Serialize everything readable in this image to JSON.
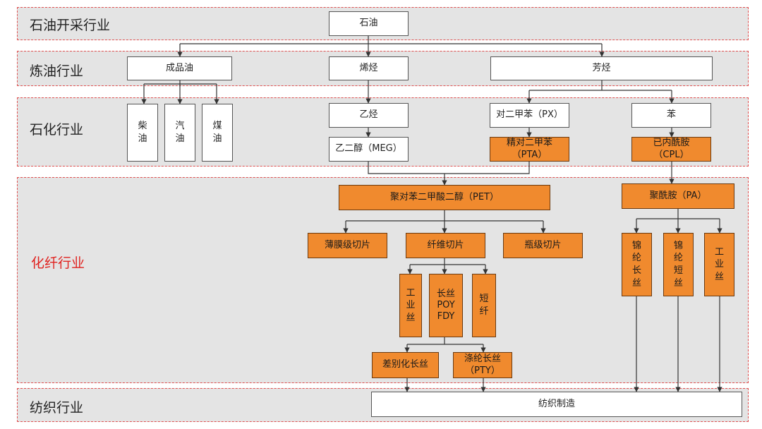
{
  "industries": {
    "oil_extraction": "石油开采行业",
    "refining": "炼油行业",
    "petrochemical": "石化行业",
    "chemical_fiber": "化纤行业",
    "textile": "纺织行业"
  },
  "nodes": {
    "oil": "石油",
    "refined_oil": "成品油",
    "olefins": "烯烃",
    "aromatics": "芳烃",
    "diesel": "柴\n油",
    "gasoline": "汽\n油",
    "kerosene": "煤\n油",
    "ethylene": "乙烃",
    "meg": "乙二醇（MEG）",
    "px": "对二甲苯（PX）",
    "pta": "精对二甲苯\n（PTA）",
    "benzene": "苯",
    "cpl": "已内酰胺\n（CPL）",
    "pet": "聚对苯二甲酸二醇（PET）",
    "pa": "聚酰胺（PA）",
    "film_chips": "薄膜级切片",
    "fiber_chips": "纤维切片",
    "bottle_chips": "瓶级切片",
    "industrial_yarn": "工\n业\n丝",
    "filament": "长丝\nPOY\nFDY",
    "staple": "短\n纤",
    "differential": "差别化长丝",
    "pty": "涤纶长丝\n（PTY）",
    "nylon_filament": "锦\n纶\n长\n丝",
    "nylon_staple": "锦\n纶\n短\n丝",
    "nylon_industrial": "工\n业\n丝",
    "textile_mfg": "纺织制造"
  },
  "colors": {
    "band_fill": "#e4e4e4",
    "band_border": "#e05050",
    "highlight": "#f08a2e",
    "red_label": "#e0221f"
  }
}
